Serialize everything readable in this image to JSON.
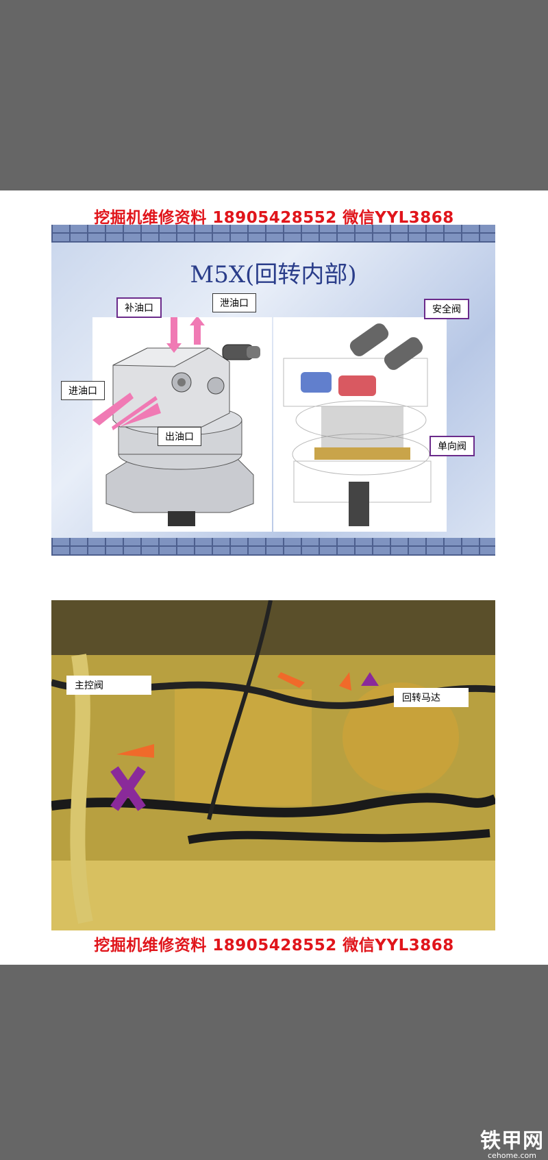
{
  "watermark": {
    "top": "挖掘机维修资料  18905428552  微信YYL3868",
    "bottom": "挖掘机维修资料  18905428552  微信YYL3868"
  },
  "slide": {
    "title": "M5X(回转内部)",
    "left_labels": {
      "makeup_port": "补油口",
      "drain_port": "泄油口",
      "inlet_port": "进油口",
      "outlet_port": "出油口"
    },
    "right_labels": {
      "safety_valve": "安全阀",
      "check_valve": "单向阀"
    }
  },
  "photo": {
    "main_valve_label": "主控阀",
    "swing_motor_label": "回转马达"
  },
  "site_logo": {
    "name": "铁甲网",
    "domain": "cehome.com"
  },
  "colors": {
    "watermark": "#e0151b",
    "callout_border": "#6a2a8a",
    "arrow_pink": "#f07ab4",
    "arrow_orange": "#f06a2a",
    "arrow_purple": "#8a2a9a"
  }
}
